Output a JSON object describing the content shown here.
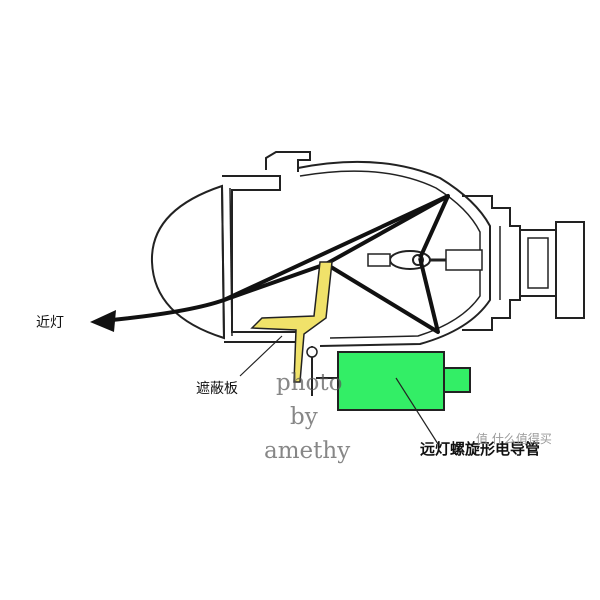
{
  "labels": {
    "low_beam": "近灯",
    "shield": "遮蔽板",
    "low_beam_tube": "远灯螺旋形电导管"
  },
  "watermark": {
    "line1": "photo",
    "line2": "by",
    "line3": "amethy"
  },
  "site_badge": "值 什么值得买",
  "colors": {
    "outline": "#222222",
    "beam": "#111111",
    "shield": "#f0e26a",
    "tube": "#33ee66",
    "lens_fill": "#ffffff"
  }
}
